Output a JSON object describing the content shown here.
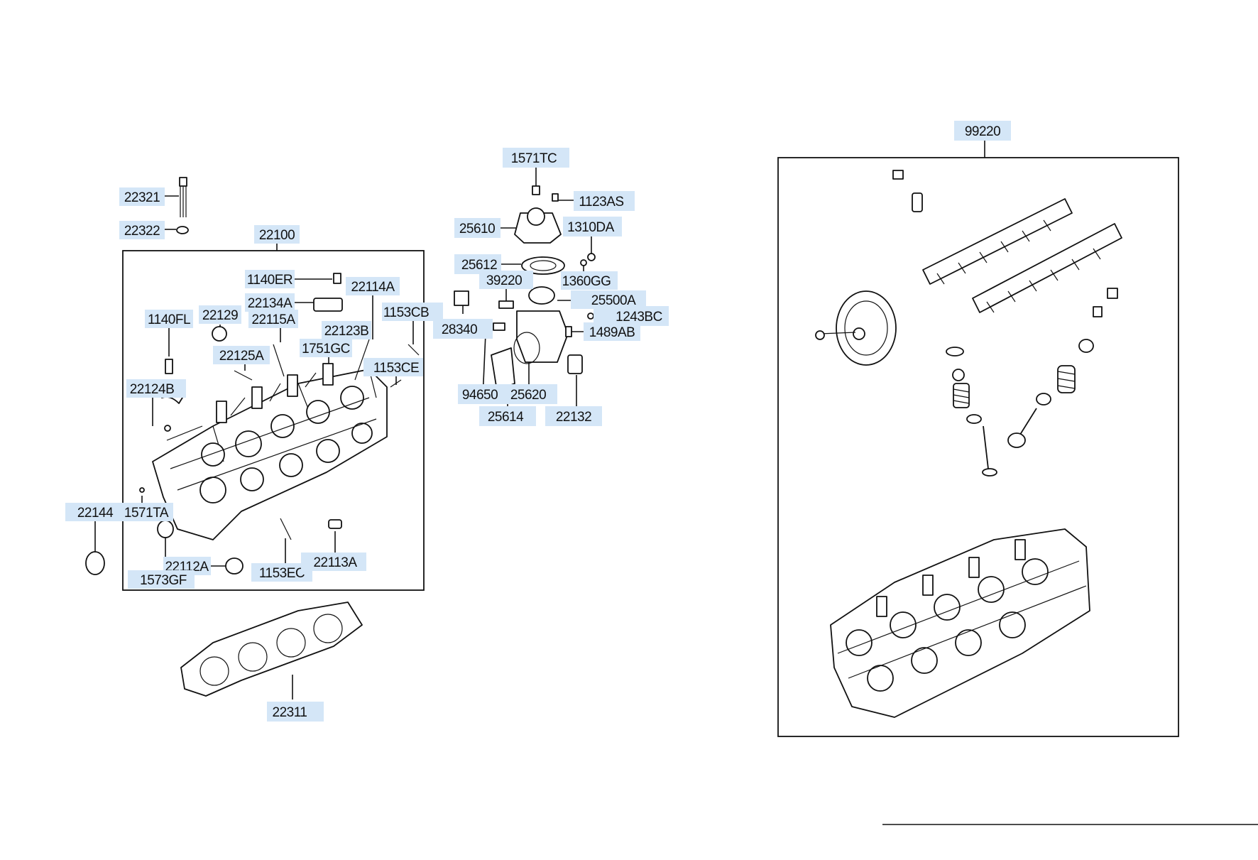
{
  "diagram": {
    "callouts": {
      "p22321": "22321",
      "p22322": "22322",
      "p22100": "22100",
      "p1140ER": "1140ER",
      "p22114A": "22114A",
      "p22134A": "22134A",
      "p1140FL": "1140FL",
      "p22129": "22129",
      "p22115A": "22115A",
      "p1153CB": "1153CB",
      "p22123B": "22123B",
      "p1751GC": "1751GC",
      "p22125A": "22125A",
      "p1153CE": "1153CE",
      "p22124B": "22124B",
      "p22144": "22144",
      "p1571TA": "1571TA",
      "p22112A": "22112A",
      "p1573GF": "1573GF",
      "p1153EC": "1153EC",
      "p22113A": "22113A",
      "p22311": "22311",
      "p1571TC": "1571TC",
      "p1123AS": "1123AS",
      "p25610": "25610",
      "p1310DA": "1310DA",
      "p25612": "25612",
      "p39220": "39220",
      "p1360GG": "1360GG",
      "p25500A": "25500A",
      "p1243BC": "1243BC",
      "p28340": "28340",
      "p1489AB": "1489AB",
      "p94650": "94650",
      "p25620": "25620",
      "p25614": "25614",
      "p22132": "22132",
      "p99220": "99220"
    }
  }
}
